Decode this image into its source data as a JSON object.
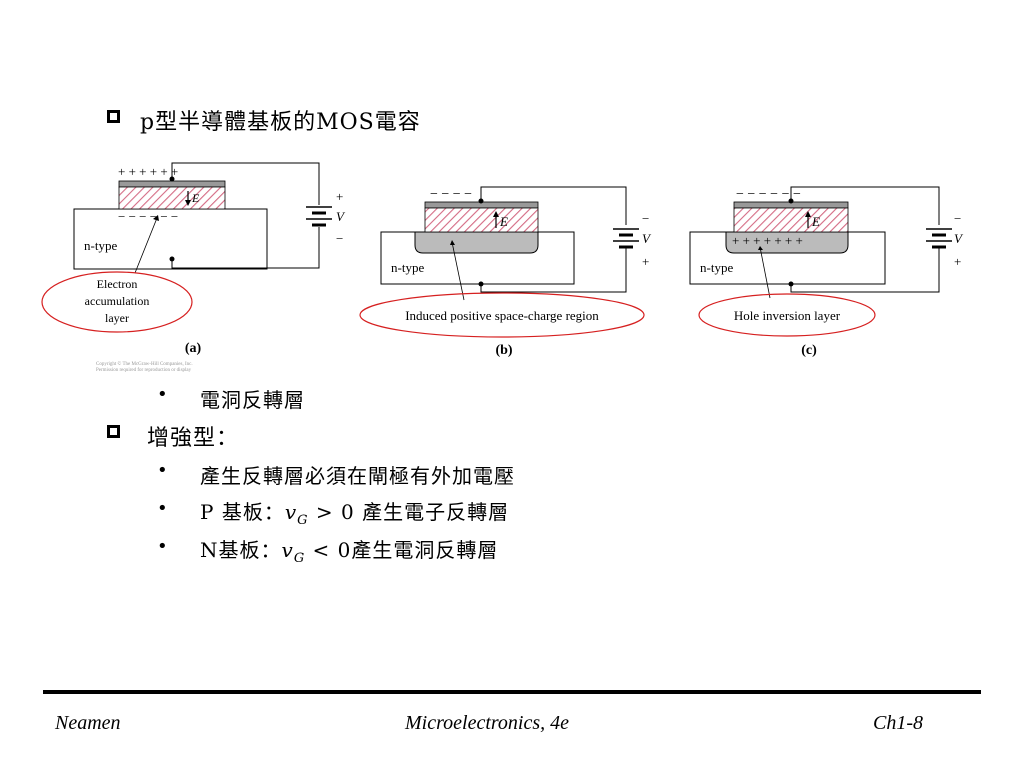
{
  "title": "p型半導體基板的MOS電容",
  "figure": {
    "a": {
      "label": "(a)",
      "top_charges": "+ + + + + +",
      "mid_charges": "− − − − − −",
      "field": "E",
      "battery_plus": "+",
      "battery_v": "V",
      "battery_minus": "−",
      "ntype": "n-type",
      "callout": [
        "Electron",
        "accumulation",
        "layer"
      ],
      "copyright": [
        "Copyright © The McGraw-Hill Companies, Inc.",
        "Permission required for reproduction or display"
      ]
    },
    "b": {
      "label": "(b)",
      "top_charges": "− − − −",
      "field": "E",
      "battery_minus": "−",
      "battery_v": "V",
      "battery_plus": "+",
      "ntype": "n-type",
      "callout": "Induced positive space-charge region"
    },
    "c": {
      "label": "(c)",
      "top_charges": "− − − − − −",
      "inv_charges": "+ + + + + + +",
      "field": "E",
      "battery_minus": "−",
      "battery_v": "V",
      "battery_plus": "+",
      "ntype": "n-type",
      "callout": "Hole inversion layer"
    }
  },
  "sub_bullet_1": "電洞反轉層",
  "bullet_2": "增強型：",
  "sub_bullets": {
    "b1": "產生反轉層必須在閘極有外加電壓",
    "b2_pre": "P 基板：",
    "b2_var": "v",
    "b2_sub": "G",
    "b2_post": " > 0 產生電子反轉層",
    "b3_pre": "N基板：",
    "b3_var": "v",
    "b3_sub": "G",
    "b3_post": " < 0產生電洞反轉層"
  },
  "footer": {
    "left": "Neamen",
    "center": "Microelectronics, 4e",
    "right": "Ch1-8"
  }
}
